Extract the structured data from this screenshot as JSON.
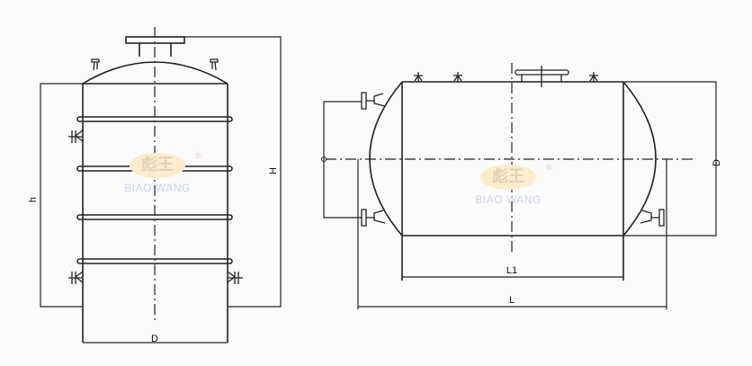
{
  "vertical_tank": {
    "labels": {
      "height_total": "H",
      "height_body": "h",
      "diameter": "D"
    },
    "watermark": {
      "logo": "彪王",
      "registered": "®",
      "brand": "BIAO WANG"
    }
  },
  "horizontal_tank": {
    "labels": {
      "body_length": "L1",
      "total_length": "L",
      "diameter": "D"
    },
    "watermark": {
      "logo": "彪王",
      "registered": "®",
      "brand": "BIAO WANG"
    }
  },
  "colors": {
    "line": "#222222",
    "watermark_seal": "#fbeccd",
    "watermark_text": "#c9d3e6"
  }
}
